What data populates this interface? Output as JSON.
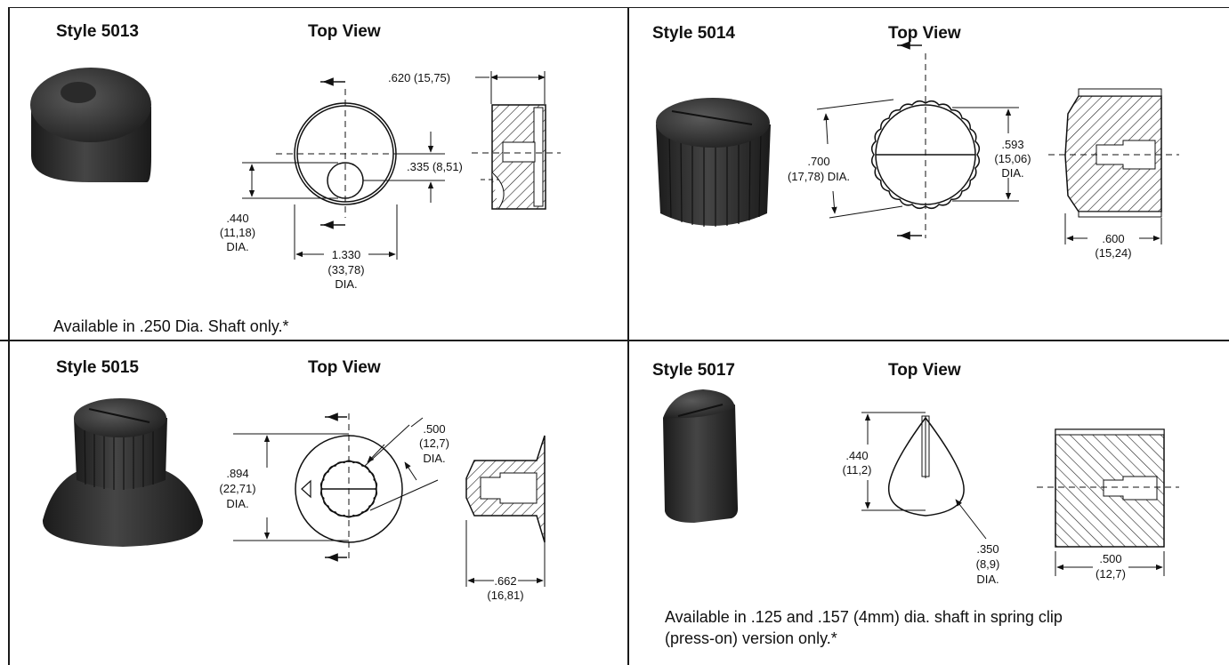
{
  "panels": [
    {
      "style": "Style 5013",
      "view": "Top View",
      "dims": {
        "a": ".620 (15,75)",
        "b": ".335 (8,51)",
        "c1": ".440",
        "c2": "(11,18)",
        "c3": "DIA.",
        "d1": "1.330",
        "d2": "(33,78)",
        "d3": "DIA."
      },
      "note": "Available in .250 Dia. Shaft only.*"
    },
    {
      "style": "Style 5014",
      "view": "Top View",
      "dims": {
        "a1": ".700",
        "a2": "(17,78) DIA.",
        "b1": ".593",
        "b2": "(15,06)",
        "b3": "DIA.",
        "c1": ".600",
        "c2": "(15,24)"
      }
    },
    {
      "style": "Style 5015",
      "view": "Top View",
      "dims": {
        "a1": ".500",
        "a2": "(12,7)",
        "a3": "DIA.",
        "b1": ".894",
        "b2": "(22,71)",
        "b3": "DIA.",
        "c1": ".662",
        "c2": "(16,81)"
      }
    },
    {
      "style": "Style 5017",
      "view": "Top View",
      "dims": {
        "a1": ".440",
        "a2": "(11,2)",
        "b1": ".350",
        "b2": "(8,9)",
        "b3": "DIA.",
        "c1": ".500",
        "c2": "(12,7)"
      },
      "note_line1": "Available in .125 and .157 (4mm) dia. shaft in spring clip",
      "note_line2": "(press-on) version only.*"
    }
  ],
  "icons": [
    "knob-5013-photo",
    "knob-5014-photo",
    "knob-5015-photo",
    "knob-5017-photo"
  ]
}
